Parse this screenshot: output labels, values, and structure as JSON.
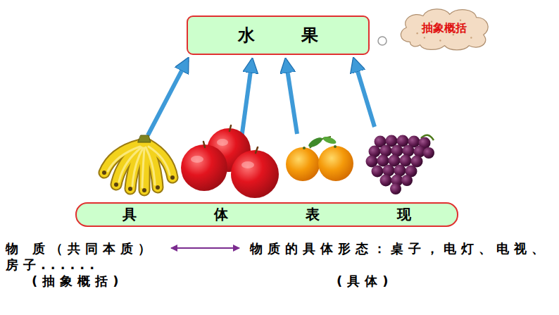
{
  "diagram": {
    "nodes": [
      {
        "text": [
          "水果"
        ]
      },
      {
        "text": [
          "抽象概括"
        ]
      },
      {
        "text": [
          "具体表现"
        ]
      }
    ],
    "labels": [
      "物 质（共同本质）",
      "物质的具体形态：桌子，电灯、电视、房子......",
      "(抽象概括)",
      "(具体)"
    ]
  }
}
